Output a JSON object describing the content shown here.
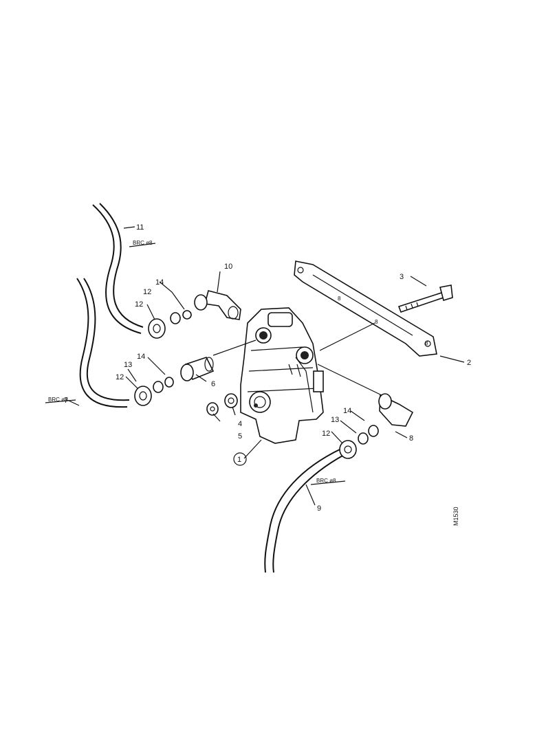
{
  "diagram": {
    "callouts": {
      "c1": "1",
      "c2": "2",
      "c3": "3",
      "c4": "4",
      "c5": "5",
      "c6": "6",
      "c7": "7",
      "c8": "8",
      "c9": "9",
      "c10": "10",
      "c11": "11",
      "c12a": "12",
      "c12b": "12",
      "c12c": "12",
      "c12d": "12",
      "c13a": "13",
      "c13b": "13",
      "c14a": "14",
      "c14b": "14",
      "c14c": "14",
      "c_bracket_a": "8",
      "c_bracket_b": "8",
      "c_bracket_c": "8"
    },
    "hose_tags": {
      "h11": "BRC ø8",
      "h7": "BRC ø8",
      "h9": "BRC ø8"
    },
    "drawing_number": "M1530"
  }
}
